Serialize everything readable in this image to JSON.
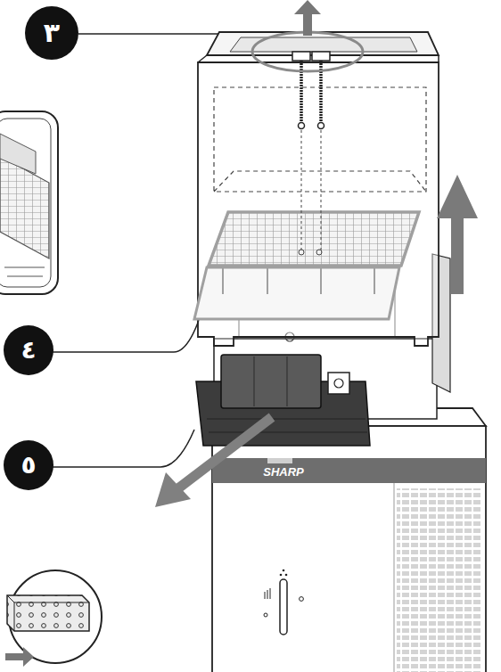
{
  "diagram": {
    "labels": [
      "٣",
      "٤",
      "٥",
      "SHARP"
    ]
  }
}
